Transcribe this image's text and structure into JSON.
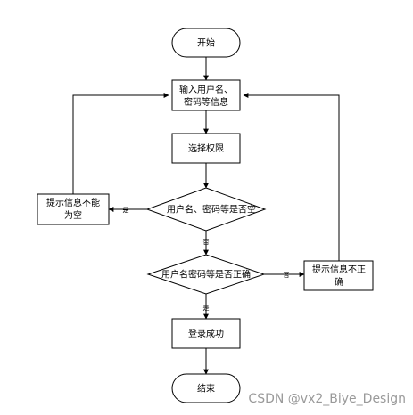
{
  "flowchart": {
    "start": "开始",
    "input_line1": "输入用户名、",
    "input_line2": "密码等信息",
    "select_role": "选择权限",
    "decision_empty": "用户名、密码等是否空",
    "empty_msg_line1": "提示信息不能",
    "empty_msg_line2": "为空",
    "decision_correct": "用户名密码等是否正确",
    "wrong_msg_line1": "提示信息不正",
    "wrong_msg_line2": "确",
    "success": "登录成功",
    "end": "结束"
  },
  "edge_labels": {
    "empty_yes": "是",
    "empty_no": "否",
    "correct_no": "否",
    "correct_yes": "是"
  },
  "watermark": "CSDN @vx2_Biye_Design"
}
